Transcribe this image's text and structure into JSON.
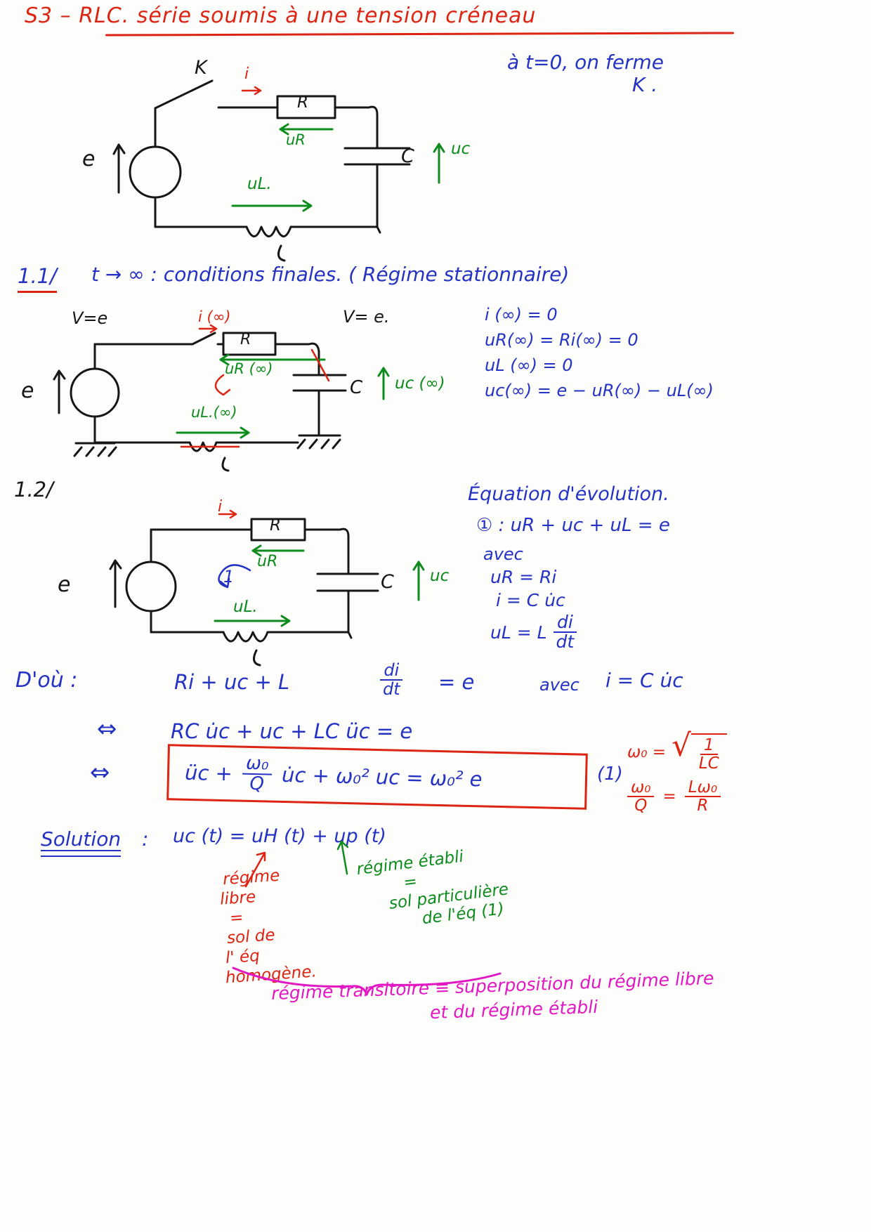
{
  "colors": {
    "red": "#dd2413",
    "blue": "#2433c4",
    "green": "#0d8c1d",
    "magenta": "#e217c3",
    "ink": "#161616"
  },
  "header": {
    "title": "S3 – RLC. série soumis à une tension créneau",
    "corner_note_line1": "à t=0, on ferme",
    "corner_note_line2": "K ."
  },
  "circuit1": {
    "switch": "K",
    "current": "i",
    "resistor": "R",
    "ur": "uR",
    "cap": "C",
    "uc": "uc",
    "ul": "uL.",
    "source": "e"
  },
  "section_1_1": {
    "number": "1.1/",
    "statement": "t → ∞   :   conditions finales.  ( Régime stationnaire)"
  },
  "circuit2": {
    "v_left": "V=e",
    "v_right": "V= e.",
    "current": "i (∞)",
    "resistor": "R",
    "ur": "uR (∞)",
    "cap": "C",
    "uc": "uc (∞)",
    "ul": "uL.(∞)",
    "source": "e"
  },
  "final_conditions": {
    "line1": "i (∞)  =  0",
    "line2": "uR(∞) =  Ri(∞)  = 0",
    "line3": "uL (∞)  =  0",
    "line4": "uc(∞) =  e − uR(∞) − uL(∞)"
  },
  "section_1_2": {
    "number": "1.2/"
  },
  "evolution": {
    "title": "Équation d'évolution.",
    "loop_equation": "① :  uR + uc + uL  =  e",
    "avec": "avec",
    "eq_ur": "uR = Ri",
    "eq_i": "i = C u̇c",
    "eq_ul_left": "uL = L",
    "eq_ul_num": "di",
    "eq_ul_den": "dt"
  },
  "circuit3": {
    "current": "i",
    "resistor": "R",
    "ur": "uR",
    "loop": "1",
    "cap": "C",
    "uc": "uc",
    "ul": "uL.",
    "source": "e"
  },
  "derivation": {
    "dou": "D'où   :",
    "main_left": "Ri  +  uc  + L",
    "frac_num": "di",
    "frac_den": "dt",
    "equals_e": "=   e",
    "avec": "avec",
    "i_def": "i = C u̇c",
    "iff2": "⇔",
    "line2": "RC u̇c  +  uc  +  LC üc   =   e",
    "iff3": "⇔",
    "box_left": "üc   +",
    "box_num": "ω₀",
    "box_den": "Q",
    "box_right": "u̇c  +  ω₀² uc = ω₀² e",
    "eq_number": "(1)",
    "w0_lhs": "ω₀ =",
    "w0_radical": "√",
    "w0_num": "1",
    "w0_den": "LC",
    "q_num": "ω₀",
    "q_den": "Q",
    "q_equals": "=",
    "q_rhs_num": "Lω₀",
    "q_rhs_den": "R"
  },
  "solution": {
    "label": "Solution",
    "colon": ":",
    "equation": "uc (t)  =  uH (t) + up (t)",
    "red_note": [
      "régime",
      "libre",
      "=",
      "sol de",
      "l' éq",
      "homogène."
    ],
    "green_note": [
      "régime  établi",
      "=",
      "sol particulière",
      "de  l'éq (1)"
    ],
    "magenta_line1": "régime transitoire  ≡  superposition du régime libre",
    "magenta_line2": "et du régime établi"
  }
}
